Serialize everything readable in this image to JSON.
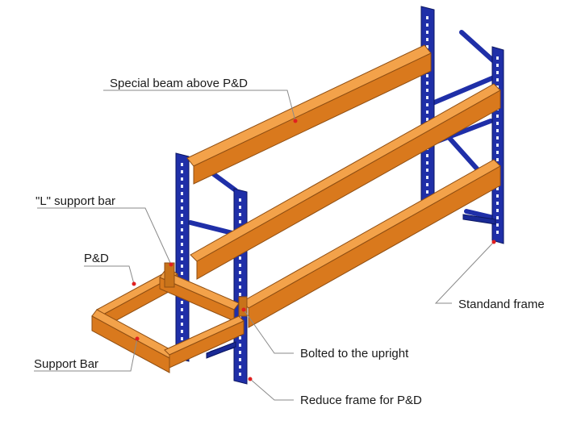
{
  "labels": {
    "special_beam": "Special beam above P&D",
    "l_support_bar": "\"L\" support bar",
    "pd": "P&D",
    "support_bar": "Support Bar",
    "bolted": "Bolted to the upright",
    "reduce_frame": "Reduce frame for P&D",
    "standand_frame": "Standand frame"
  },
  "colors": {
    "upright": "#1f2fa8",
    "beam": "#e08a2c",
    "leader": "#8a8a8a",
    "marker": "#e02020"
  }
}
